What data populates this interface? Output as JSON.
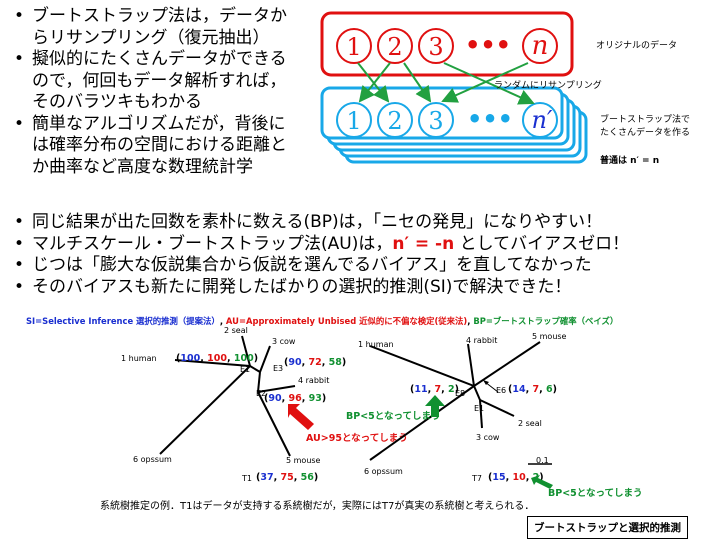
{
  "bullets_top": [
    "ブートストラップ法は，データから リサンプリング（復元抽出）",
    "擬似的にたくさんデータができるので，何回もデータ解析すれば，そのバラツキもわかる",
    "簡単なアルゴリズムだが，背後には確率分布の空間における距離とか曲率など高度な数理統計学"
  ],
  "bullets_top_lines": [
    [
      "ブートストラップ法は，データか",
      "らリサンプリング（復元抽出）"
    ],
    [
      "擬似的にたくさんデータができる",
      "ので，何回もデータ解析すれば，",
      "そのバラツキもわかる"
    ],
    [
      "簡単なアルゴリズムだが，背後に",
      "は確率分布の空間における距離と",
      "か曲率など高度な数理統計学"
    ]
  ],
  "bootstrap_diagram": {
    "original_items": [
      "1",
      "2",
      "3",
      "•••",
      "n"
    ],
    "original_label": "オリジナルのデータ",
    "resample_label": "ランダムにリサンプリング",
    "resampled_items": [
      "1",
      "2",
      "3",
      "•••",
      "n′"
    ],
    "many_data_label_line1": "ブートストラップ法で",
    "many_data_label_line2": "たくさんデータを作る",
    "usual_label": "普通は n′ = n",
    "colors": {
      "original_border": "#e01010",
      "resampled_border": "#18a8e8",
      "arrow": "#22a040"
    }
  },
  "bullets_mid": {
    "b1": "同じ結果が出た回数を素朴に数える(BP)は，「ニセの発見」になりやすい！",
    "b2_pre": "マルチスケール・ブートストラップ法(AU)は，",
    "b2_red": "n′ = -n",
    "b2_post": " としてバイアスゼロ！",
    "b3": "じつは「膨大な仮説集合から仮説を選んでるバイアス」を直してなかった",
    "b4": "そのバイアスも新たに開発したばかりの選択的推測(SI)で解決できた！"
  },
  "legend": {
    "si": "SI=Selective Inference 選択的推測（提案法）",
    "sep1": ", ",
    "au": "AU=Approximately Unbised 近似的に不偏な検定(従来法)",
    "sep2": ", ",
    "bp": "BP=ブートストラップ確率（ベイズ）"
  },
  "tree_left": {
    "leaves": {
      "human": "1 human",
      "seal": "2 seal",
      "cow": "3 cow",
      "rabbit": "4 rabbit",
      "mouse": "5 mouse",
      "opssum": "6 opssum"
    },
    "edges": {
      "e1": "E1",
      "e2": "E2",
      "e3": "E3"
    },
    "t1": "T1",
    "triples": {
      "e1": [
        "100",
        "100",
        "100"
      ],
      "e3": [
        "90",
        "72",
        "58"
      ],
      "e2": [
        "90",
        "96",
        "93"
      ],
      "t1": [
        "37",
        "75",
        "56"
      ]
    },
    "annotation_au": "AU>95となってしまう"
  },
  "tree_right": {
    "leaves": {
      "human": "1 human",
      "rabbit": "4 rabbit",
      "mouse": "5 mouse",
      "seal": "2 seal",
      "cow": "3 cow",
      "opssum": "6 opssum"
    },
    "edges": {
      "e8": "E8",
      "e6": "E6",
      "e1": "E1"
    },
    "t7": "T7",
    "scale": "0.1",
    "triples": {
      "e8": [
        "11",
        "7",
        "2"
      ],
      "e6": [
        "14",
        "7",
        "6"
      ],
      "t7": [
        "15",
        "10",
        "2"
      ]
    },
    "annotation_bp1": "BP<5となってしまう",
    "annotation_bp2": "BP<5となってしまう"
  },
  "caption": "系統樹推定の例．T1はデータが支持する系統樹だが，実際にはT7が真実の系統樹と考えられる．",
  "slide_title": "ブートストラップと選択的推測"
}
